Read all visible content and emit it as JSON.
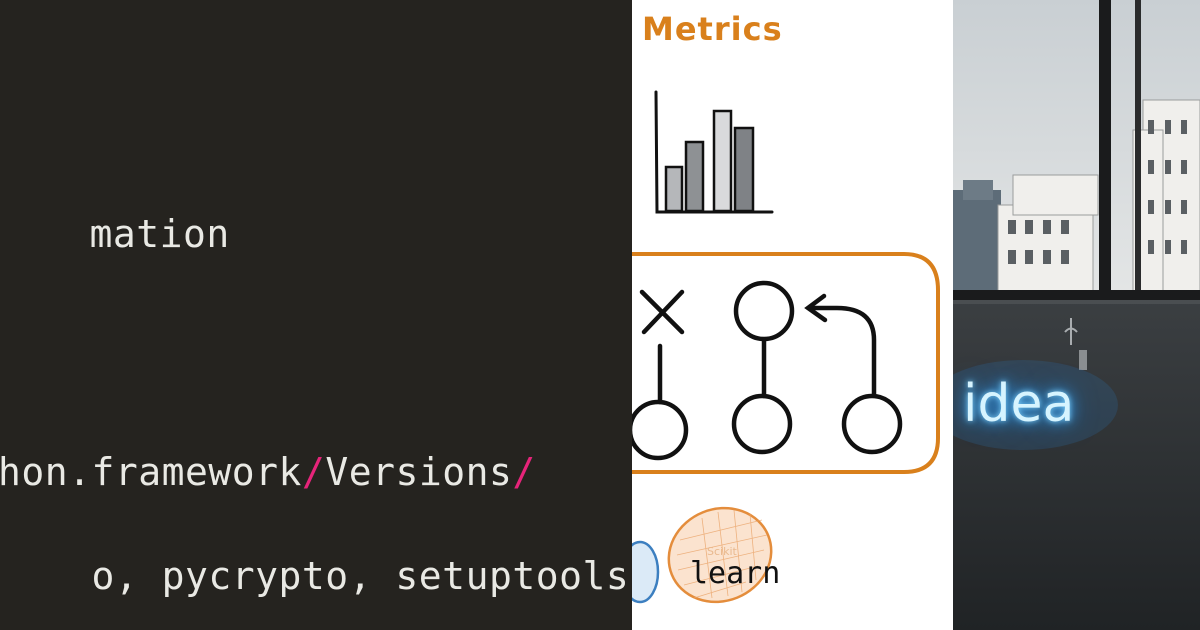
{
  "terminal": {
    "lines": [
      {
        "text": "mation"
      },
      {
        "prefix": "hon.framework",
        "middle": "Versions",
        "suffix": ""
      },
      {
        "text": "o, pycrypto, setuptools"
      }
    ]
  },
  "sketch": {
    "title": "Metrics",
    "learn_label": "learn",
    "learn_sublabel": "Scikit"
  },
  "photo": {
    "neon_text": "idea"
  },
  "colors": {
    "terminal_bg": "#25231f",
    "terminal_text": "#e9e9e4",
    "path_slash": "#e6247a",
    "sketch_accent": "#d9801c",
    "neon_glow": "#3aa9ff"
  },
  "icons": [
    "bar-chart-sketch-icon",
    "decision-flow-sketch-icon",
    "scikit-learn-logo"
  ]
}
